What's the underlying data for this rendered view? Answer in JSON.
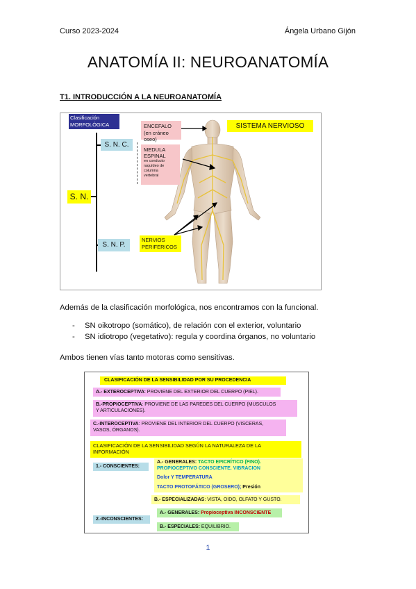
{
  "header": {
    "left": "Curso 2023-2024",
    "right": "Ángela Urbano Gijón"
  },
  "title": "ANATOMÍA II: NEUROANATOMÍA",
  "section_heading": "T1. INTRODUCCIÓN A LA NEUROANATOMÍA",
  "figure1": {
    "clasificacion_line1": "Clasificación",
    "clasificacion_line2": "MORFOLÓGICA",
    "snc": "S. N. C.",
    "sn": "S. N.",
    "snp": "S. N. P.",
    "encefalo_line1": "ENCEFALO",
    "encefalo_line2": "(en cráneo oseo)",
    "medula_line1": "MEDULA",
    "medula_line2": "ESPINAL",
    "medula_small1": "en conducto",
    "medula_small2": "raquídeo de",
    "medula_small3": "columna",
    "medula_small4": "vertebral",
    "sistema": "SISTEMA NERVIOSO",
    "nervios_line1": "NERVIOS",
    "nervios_line2": "PERIFERICOS"
  },
  "paragraph1": "Además de la clasificación morfológica, nos encontramos con la funcional.",
  "bullets": [
    {
      "dash": "-",
      "text": "SN oikotropo (somático), de relación con el exterior, voluntario"
    },
    {
      "dash": "-",
      "text": "SN idiotropo (vegetativo): regula y coordina órganos, no voluntario"
    }
  ],
  "paragraph2": "Ambos tienen vías tanto motoras como sensitivas.",
  "figure2": {
    "heading1": "CLASIFICACIÓN DE LA SENSIBILIDAD POR SU PROCEDENCIA",
    "a_label": "A.- EXTEROCEPTIVA",
    "a_text": ": PROVIENE DEL EXTERIOR DEL CUERPO (PIEL).",
    "b_label": "B.-PROPIOCEPTIVA",
    "b_text": ": PROVIENE DE LAS PAREDES DEL CUERPO (MUSCULOS",
    "b_text2": "Y ARTICULACIONES).",
    "c_label": "C.-INTEROCEPTIVA",
    "c_text": ": PROVIENE DEL INTERIOR DEL CUERPO (VISCERAS,",
    "c_text2": "VASOS, ÓRGANOS).",
    "heading2_line1": "CLASIFICACIÓN DE LA SENSIBILIDAD SEGÚN LA NATURALEZA DE LA",
    "heading2_line2": "INFORMACIÓN",
    "conscientes": "1.- CONSCIENTES:",
    "generales_label": "A.- GENERALES:",
    "tacto_epicritico": "TACTO EPICRÍTICO (FINO).",
    "propioceptivo": "PROPIOCEPTIVO CONSCIENTE. VIBRACION",
    "dolor": "Dolor Y TEMPERATURA",
    "tacto_protopatico": "TACTO PROTOPÁTICO (GROSERO);",
    "presion": "Presión",
    "especializadas_label": "B.- ESPECIALIZADAS",
    "especializadas_text": ": VISTA, OIDO, OLFATO Y GUSTO.",
    "inconscientes": "2.-INCONSCIENTES:",
    "inc_generales_label": "A.- GENERALES:",
    "inc_generales_text": "Propioceptiva INCONSCIENTE",
    "especiales_label": "B.- ESPECIALES:",
    "especiales_text": "EQUILIBRIO."
  },
  "page_number": "1",
  "colors": {
    "navy": "#2e3192",
    "pink": "#f7c6c9",
    "yellow": "#ffff00",
    "lightblue": "#b7dde8",
    "magenta": "#f5b3f0",
    "green": "#00b050",
    "lightgreen": "#b7f0a8",
    "blue": "#1f4fd0",
    "red": "#c00000"
  }
}
